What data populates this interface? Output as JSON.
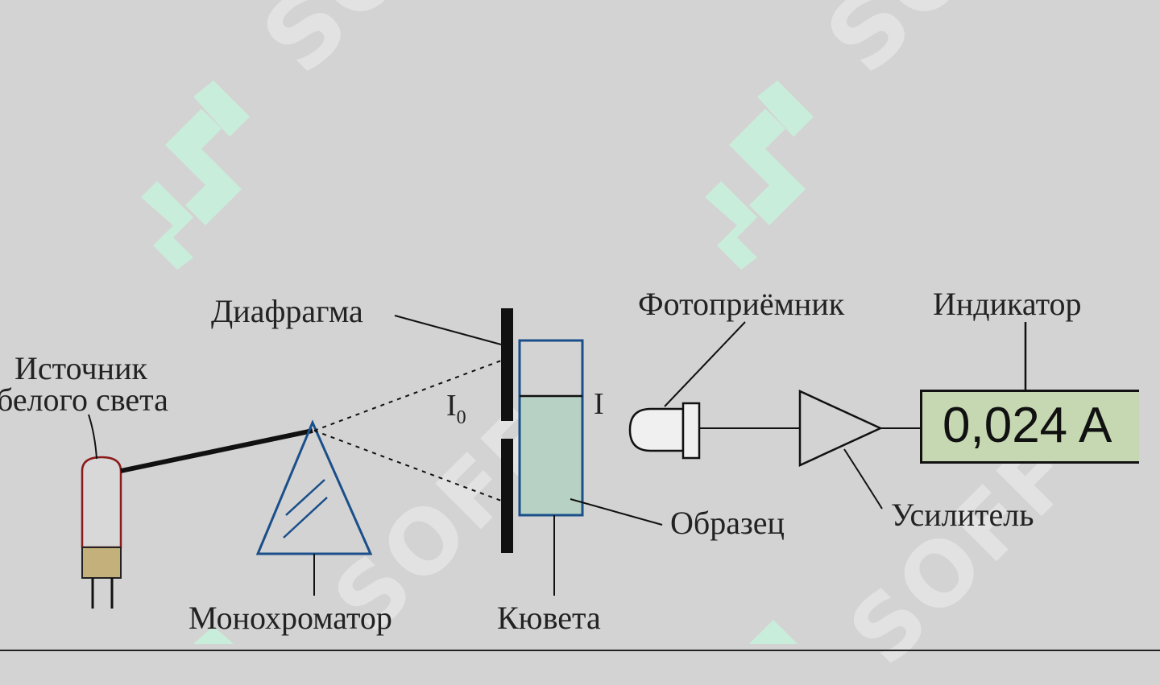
{
  "labels": {
    "source_line1": "Источник",
    "source_line2": "белого света",
    "diaphragm": "Диафрагма",
    "photodetector": "Фотоприёмник",
    "indicator": "Индикатор",
    "sample": "Образец",
    "amplifier": "Усилитель",
    "monochromator": "Монохроматор",
    "cuvette": "Кювета",
    "intensity_in": "I",
    "intensity_in_sub": "0",
    "intensity_out": "I"
  },
  "indicator_reading": "0,024 A",
  "watermark_text": "SOFF",
  "colors": {
    "background": "#d3d3d3",
    "watermark": "#c8f0dc",
    "cuvette_outline": "#1a4f8a",
    "sample_fill": "#b7d2c5",
    "beam_monochrome": "#4f5a1e",
    "beam_out": "#b4b4b4",
    "lamp_outline": "#8b1a1a",
    "lamp_base": "#c4b07a",
    "indicator_fill": "#c5d8b1"
  }
}
